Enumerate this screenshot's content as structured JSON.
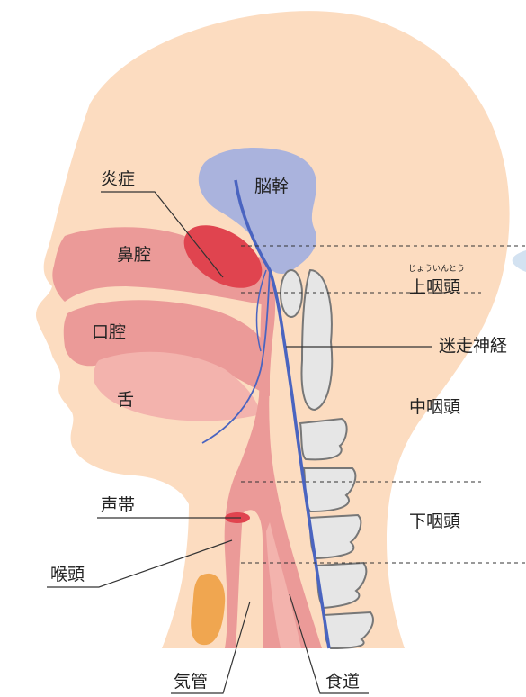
{
  "labels": {
    "inflammation": "炎症",
    "brainstem": "脳幹",
    "nasal_cavity": "鼻腔",
    "epipharynx_reading": "じょういんとう",
    "epipharynx": "上咽頭",
    "oral_cavity": "口腔",
    "vagus_nerve": "迷走神経",
    "tongue": "舌",
    "mesopharynx": "中咽頭",
    "vocal_cords": "声帯",
    "hypopharynx": "下咽頭",
    "larynx": "喉頭",
    "trachea": "気管",
    "esophagus": "食道"
  },
  "colors": {
    "skin": "#fcdcc0",
    "airway": "#eb9a98",
    "airway_dark": "#e37f7f",
    "inflammation": "#e0444f",
    "brainstem": "#aab3dd",
    "nerve": "#4a64c0",
    "vertebra": "#e6e6e6",
    "thyroid": "#f0a650",
    "line": "#333333"
  }
}
